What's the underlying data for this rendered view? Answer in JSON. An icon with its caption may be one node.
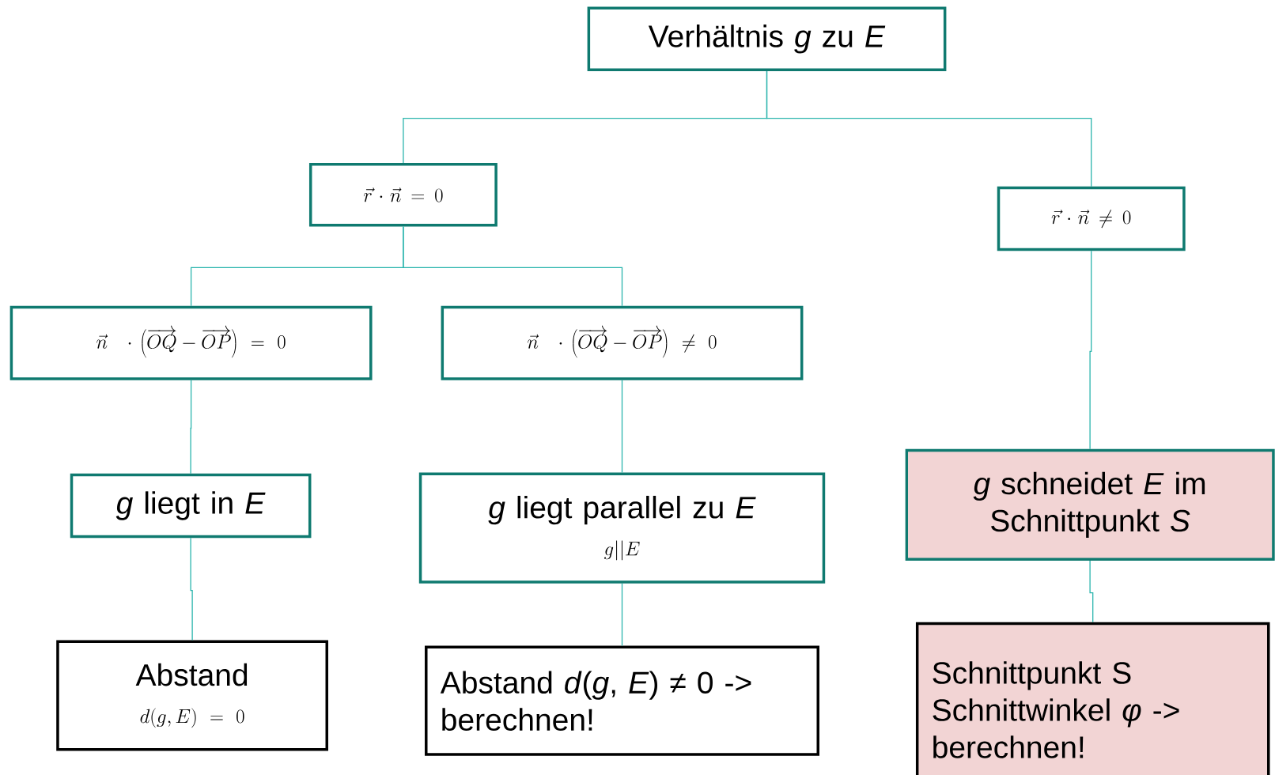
{
  "diagram": {
    "nodes": [
      {
        "text": [
          "Verhältnis *g* zu *E*"
        ]
      },
      {
        "text": [
          "\\vec{r}\\cdot\\vec{n}=0"
        ]
      },
      {
        "text": [
          "\\vec{r}\\cdot\\vec{n}\\neq 0"
        ]
      },
      {
        "text": [
          "\\vec{n}\\;\\cdot\\left(\\overrightarrow{OQ}-\\overrightarrow{OP}\\right)=0"
        ]
      },
      {
        "text": [
          "\\vec{n}\\;\\cdot\\left(\\overrightarrow{OQ}-\\overrightarrow{OP}\\right)\\neq 0"
        ]
      },
      {
        "text": [
          "*g* liegt in *E*"
        ]
      },
      {
        "text": [
          "*g* liegt parallel zu *E*",
          "g||E"
        ]
      },
      {
        "text": [
          "*g* schneidet *E* im Schnittpunkt *S*"
        ]
      },
      {
        "text": [
          "Abstand",
          "d(g,E)=0"
        ]
      },
      {
        "text": [
          "Abstand *d*(*g*, *E*) ≠ 0 -> berechnen!"
        ]
      },
      {
        "text": [
          "Schnittpunkt S Schnittwinkel *φ* -> berechnen!"
        ]
      }
    ],
    "edges": [
      {
        "from": 0,
        "to": 1,
        "arrow": "none"
      },
      {
        "from": 0,
        "to": 2,
        "arrow": "none"
      },
      {
        "from": 1,
        "to": 3,
        "arrow": "none"
      },
      {
        "from": 1,
        "to": 4,
        "arrow": "none"
      },
      {
        "from": 3,
        "to": 5,
        "arrow": "none"
      },
      {
        "from": 4,
        "to": 6,
        "arrow": "none"
      },
      {
        "from": 2,
        "to": 7,
        "arrow": "none"
      },
      {
        "from": 5,
        "to": 8,
        "arrow": "none"
      },
      {
        "from": 6,
        "to": 9,
        "arrow": "none"
      },
      {
        "from": 7,
        "to": 10,
        "arrow": "none"
      }
    ]
  }
}
